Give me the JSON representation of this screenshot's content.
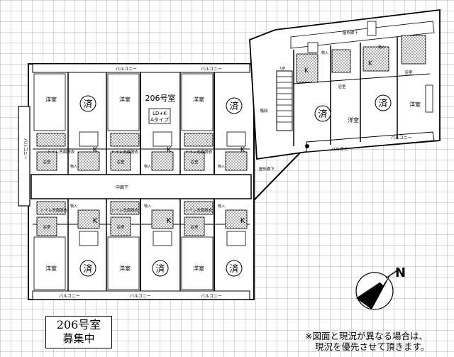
{
  "featured_room": {
    "number": "206号室",
    "type_line1": "LD+K",
    "type_line2": "Aタイプ"
  },
  "vacancy": {
    "room": "206号室",
    "status": "募集中"
  },
  "labels": {
    "balcony": "バルコニー",
    "western_room": "洋室",
    "kitchen": "K",
    "occupied": "済",
    "toilet_washroom": "トイレ洗面脱衣",
    "bath": "浴室",
    "storage": "物入",
    "inner_corridor": "中廊下",
    "outer_corridor": "屋外廊下",
    "stairs": "階段",
    "up": "UP",
    "compass": "N"
  },
  "note": {
    "line1": "※図面と現況が異なる場合は、",
    "line2": "現況を優先させて頂きます。"
  }
}
